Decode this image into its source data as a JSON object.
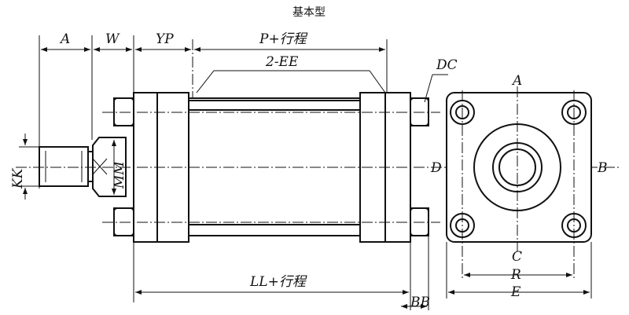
{
  "title": "基本型",
  "side_view": {
    "dim_a": "A",
    "dim_w": "W",
    "dim_yp": "YP",
    "dim_p_stroke": "P+行程",
    "ports": "2-EE",
    "dim_kk": "KK",
    "dim_mm": "MM",
    "dim_ll_stroke": "LL+行程",
    "dim_bb": "BB"
  },
  "end_view": {
    "dim_dc": "DC",
    "label_a": "A",
    "label_b": "B",
    "label_c": "C",
    "label_d": "D",
    "dim_r": "R",
    "dim_e": "E"
  }
}
